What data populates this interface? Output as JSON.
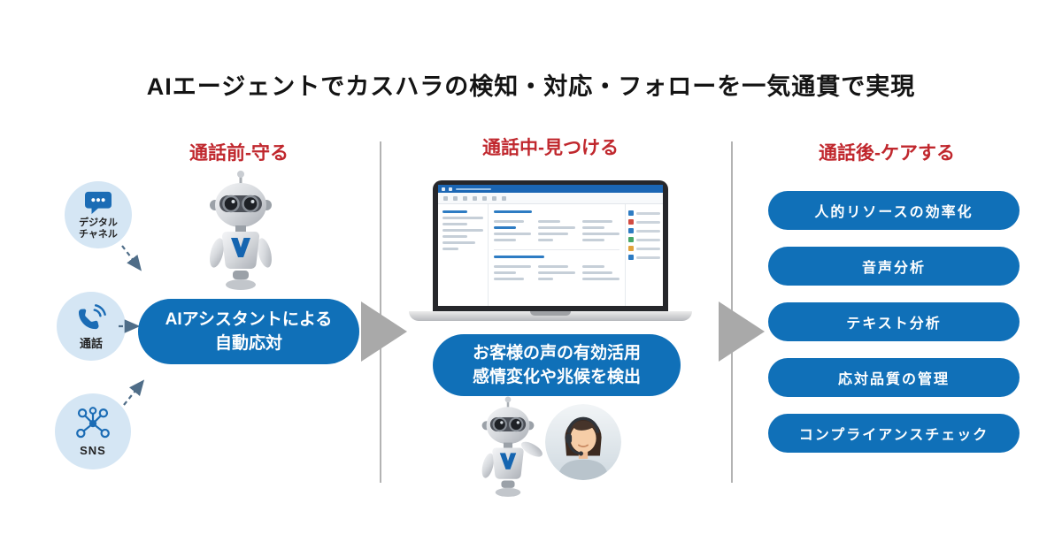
{
  "title": "AIエージェントでカスハラの検知・対応・フォローを一気通貫で実現",
  "colors": {
    "pill_blue": "#1070b8",
    "header_red": "#c0272d",
    "channel_circle_blue": "#d5e6f4",
    "icon_blue": "#1b6cb5",
    "flow_arrow_gray": "#a9a9a9",
    "divider_gray": "#b3b3b3"
  },
  "sections": {
    "before": {
      "header": "通話前-守る",
      "channels": [
        {
          "icon": "chat-bubble-icon",
          "label_line1": "デジタル",
          "label_line2": "チャネル"
        },
        {
          "icon": "phone-icon",
          "label_line1": "通話"
        },
        {
          "icon": "sns-network-icon",
          "label_line1": "SNS"
        }
      ],
      "pill_line1": "AIアシスタントによる",
      "pill_line2": "自動応対"
    },
    "during": {
      "header": "通話中-見つける",
      "pill_line1": "お客様の声の有効活用",
      "pill_line2": "感情変化や兆候を検出"
    },
    "after": {
      "header": "通話後-ケアする",
      "pills": [
        "人的リソースの効率化",
        "音声分析",
        "テキスト分析",
        "応対品質の管理",
        "コンプライアンスチェック"
      ]
    }
  },
  "images": {
    "robot": "ai-robot-mascot",
    "laptop": "crm-dashboard-screenshot",
    "operator": "call-operator-photo"
  }
}
